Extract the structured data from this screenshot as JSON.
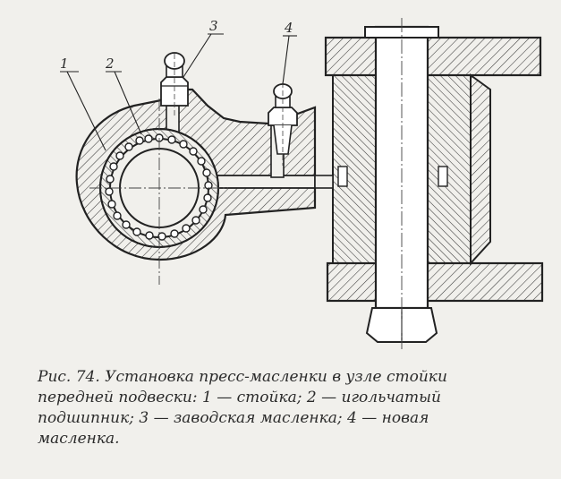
{
  "figure": {
    "callouts": {
      "c1": "1",
      "c2": "2",
      "c3": "3",
      "c4": "4"
    }
  },
  "caption": {
    "lines": [
      "Рис. 74. Установка пресс-масленки в узле стойки",
      "передней подвески: 1 — стойка; 2 — игольчатый",
      "подшипник; 3 — заводская масленка; 4 — новая",
      "масленка."
    ]
  }
}
